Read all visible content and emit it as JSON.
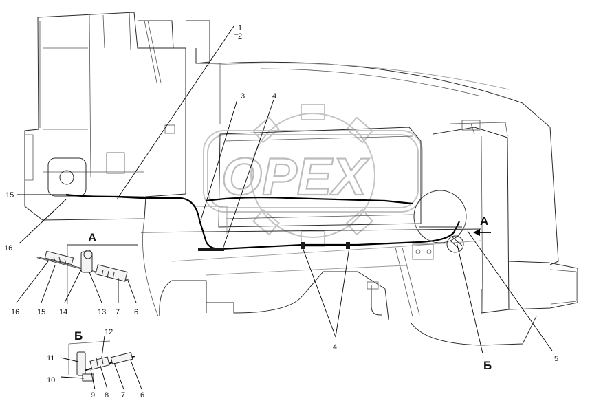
{
  "callouts": {
    "c1": "1",
    "c2": "2",
    "c3": "3",
    "c4_top": "4",
    "c4_bottom": "4",
    "c5": "5",
    "c15_main": "15",
    "c16_main": "16",
    "a_16": "16",
    "a_15": "15",
    "a_14": "14",
    "a_13": "13",
    "a_7": "7",
    "a_6": "6",
    "b_12": "12",
    "b_11": "11",
    "b_10": "10",
    "b_9": "9",
    "b_8": "8",
    "b_7": "7",
    "b_6": "6"
  },
  "views": {
    "a_main": "А",
    "a_detail_title": "А",
    "b_main": "Б",
    "b_detail_title": "Б"
  },
  "watermark": {
    "text": "OPEX"
  }
}
